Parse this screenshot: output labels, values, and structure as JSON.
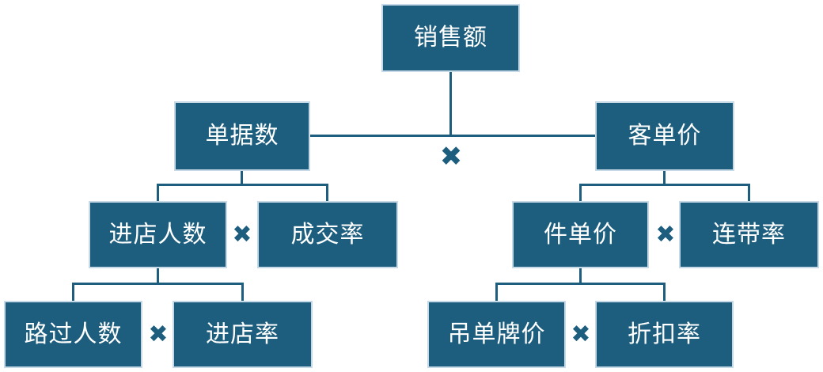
{
  "diagram": {
    "type": "tree",
    "description": "Sales decomposition tree diagram",
    "multiply": "✖",
    "colors": {
      "node_fill": "#1d5e7e",
      "node_border": "#c5d9e6",
      "node_text": "#ffffff",
      "connector": "#1d5e7e",
      "background": "#ffffff"
    },
    "nodes": [
      {
        "id": "sales",
        "label": "销售额",
        "level": 0
      },
      {
        "id": "order-count",
        "label": "单据数",
        "level": 1
      },
      {
        "id": "avg-transaction-value",
        "label": "客单价",
        "level": 1
      },
      {
        "id": "store-visitors",
        "label": "进店人数",
        "level": 2
      },
      {
        "id": "conversion-rate",
        "label": "成交率",
        "level": 2
      },
      {
        "id": "item-unit-price",
        "label": "件单价",
        "level": 2
      },
      {
        "id": "attach-rate",
        "label": "连带率",
        "level": 2
      },
      {
        "id": "passersby-count",
        "label": "路过人数",
        "level": 3
      },
      {
        "id": "entry-rate",
        "label": "进店率",
        "level": 3
      },
      {
        "id": "tag-list-price",
        "label": "吊单牌价",
        "level": 3
      },
      {
        "id": "discount-rate",
        "label": "折扣率",
        "level": 3
      }
    ],
    "formulas": [
      "销售额 = 单据数 ✖ 客单价",
      "单据数 = 进店人数 ✖ 成交率",
      "进店人数 = 路过人数 ✖ 进店率",
      "客单价 = 件单价 ✖ 连带率",
      "件单价 = 吊单牌价 ✖ 折扣率"
    ]
  }
}
